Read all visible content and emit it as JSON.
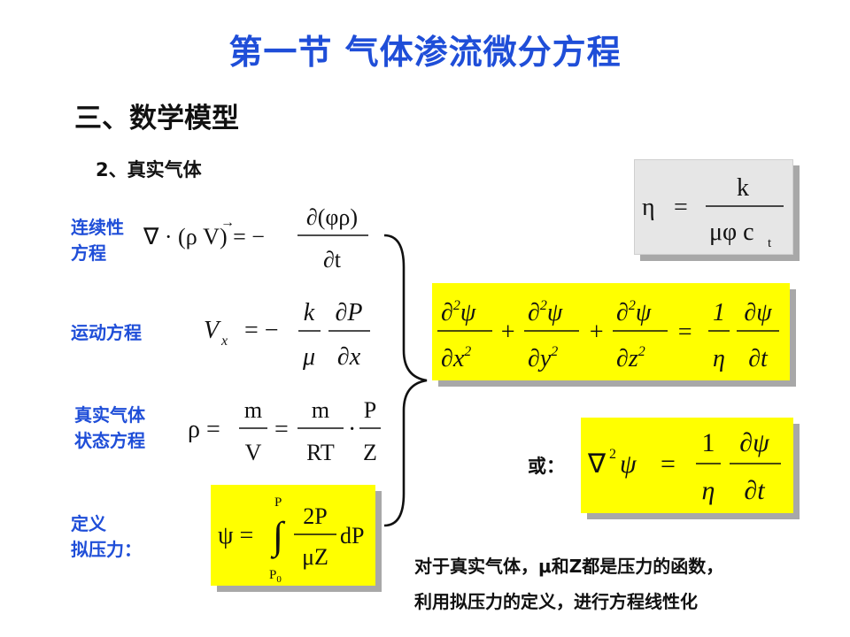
{
  "title": "第一节 气体渗流微分方程",
  "section": "三、数学模型",
  "subsection": "2、真实气体",
  "labels": {
    "continuity": [
      "连续性",
      "方程"
    ],
    "motion": "运动方程",
    "state": [
      "真实气体",
      "状态方程"
    ],
    "pseudo_pressure": [
      "定义",
      "拟压力："
    ]
  },
  "or_label": "或：",
  "note": {
    "line1": "对于真实气体，μ和Z都是压力的函数，",
    "line2": "利用拟压力的定义，进行方程线性化"
  },
  "colors": {
    "title": "#1f4ed8",
    "label": "#1f4ed8",
    "highlight": "#ffff00",
    "gray_box": "#e6e6e6"
  },
  "formulas": {
    "continuity": {
      "lhs": "∇·(ρV) = −",
      "numerator": "∂(φρ)",
      "denominator": "∂t"
    },
    "motion": {
      "lhs": "Vx = −",
      "frac1_num": "k",
      "frac1_den": "μ",
      "frac2_num": "∂P",
      "frac2_den": "∂x"
    },
    "state": {
      "lhs": "ρ =",
      "f1_num": "m",
      "f1_den": "V",
      "f2_num": "m",
      "f2_den": "RT",
      "f3_num": "P",
      "f3_den": "Z"
    },
    "pseudo": {
      "lhs": "ψ =",
      "upper": "P",
      "lower": "P0",
      "num": "2P",
      "den": "μZ",
      "diff": "dP"
    },
    "eta": {
      "lhs": "η",
      "eq": "=",
      "num": "k",
      "den": "μφ c",
      "den_sub": "t"
    },
    "main": {
      "terms": [
        "∂²ψ/∂x²",
        "∂²ψ/∂y²",
        "∂²ψ/∂z²"
      ],
      "rhs_num": "1",
      "rhs_den": "η",
      "rhs2_num": "∂ψ",
      "rhs2_den": "∂t"
    },
    "laplace": {
      "lhs": "∇²ψ",
      "eq": "=",
      "rhs_num": "1",
      "rhs_den": "η",
      "rhs2_num": "∂ψ",
      "rhs2_den": "∂t"
    }
  }
}
